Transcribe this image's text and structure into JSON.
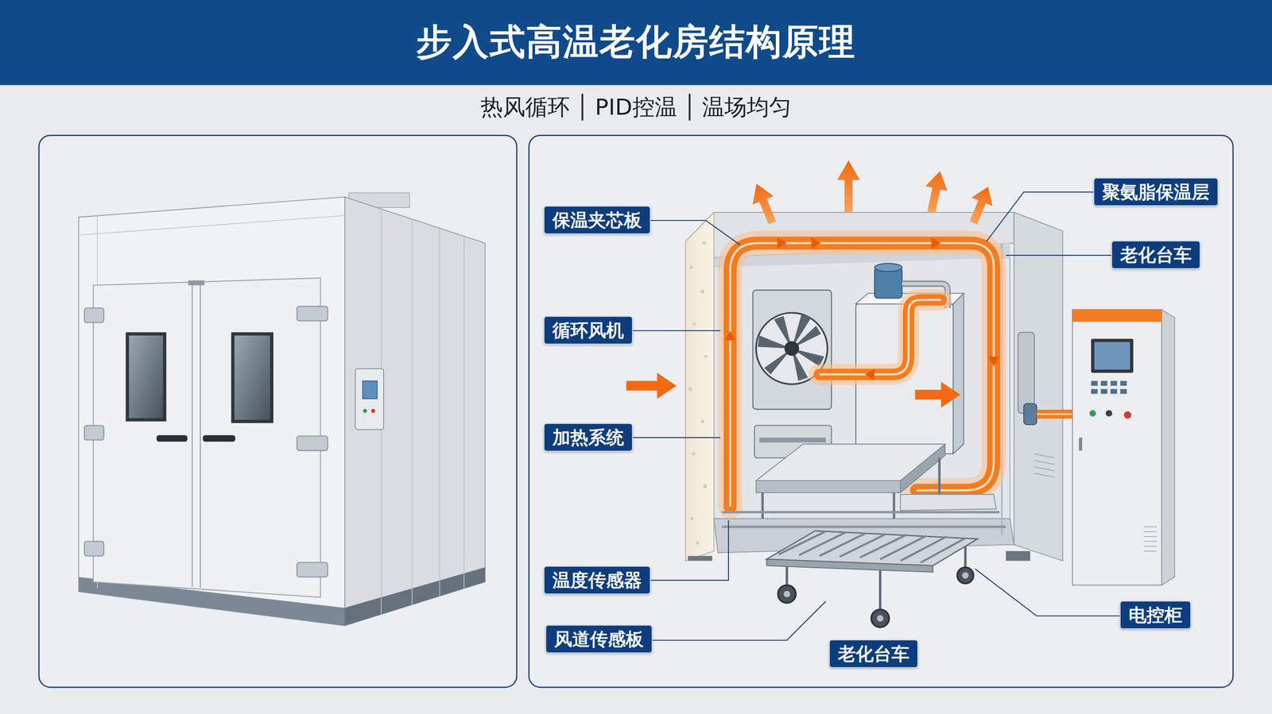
{
  "diagram": {
    "title": "步入式高温老化房结构原理",
    "nodes": [
      {
        "text": [
          "聚氨脂保温层"
        ]
      },
      {
        "text": [
          "保温夹芯板"
        ]
      },
      {
        "text": [
          "老化台车"
        ]
      },
      {
        "text": [
          "循环风机"
        ]
      },
      {
        "text": [
          "加热系统"
        ]
      },
      {
        "text": [
          "温度传感器"
        ]
      },
      {
        "text": [
          "电控柜"
        ]
      },
      {
        "text": [
          "风道传感板"
        ]
      },
      {
        "text": [
          "老化台车"
        ]
      }
    ],
    "labels": [
      "热风循环",
      "PID控温",
      "温场均匀"
    ]
  }
}
